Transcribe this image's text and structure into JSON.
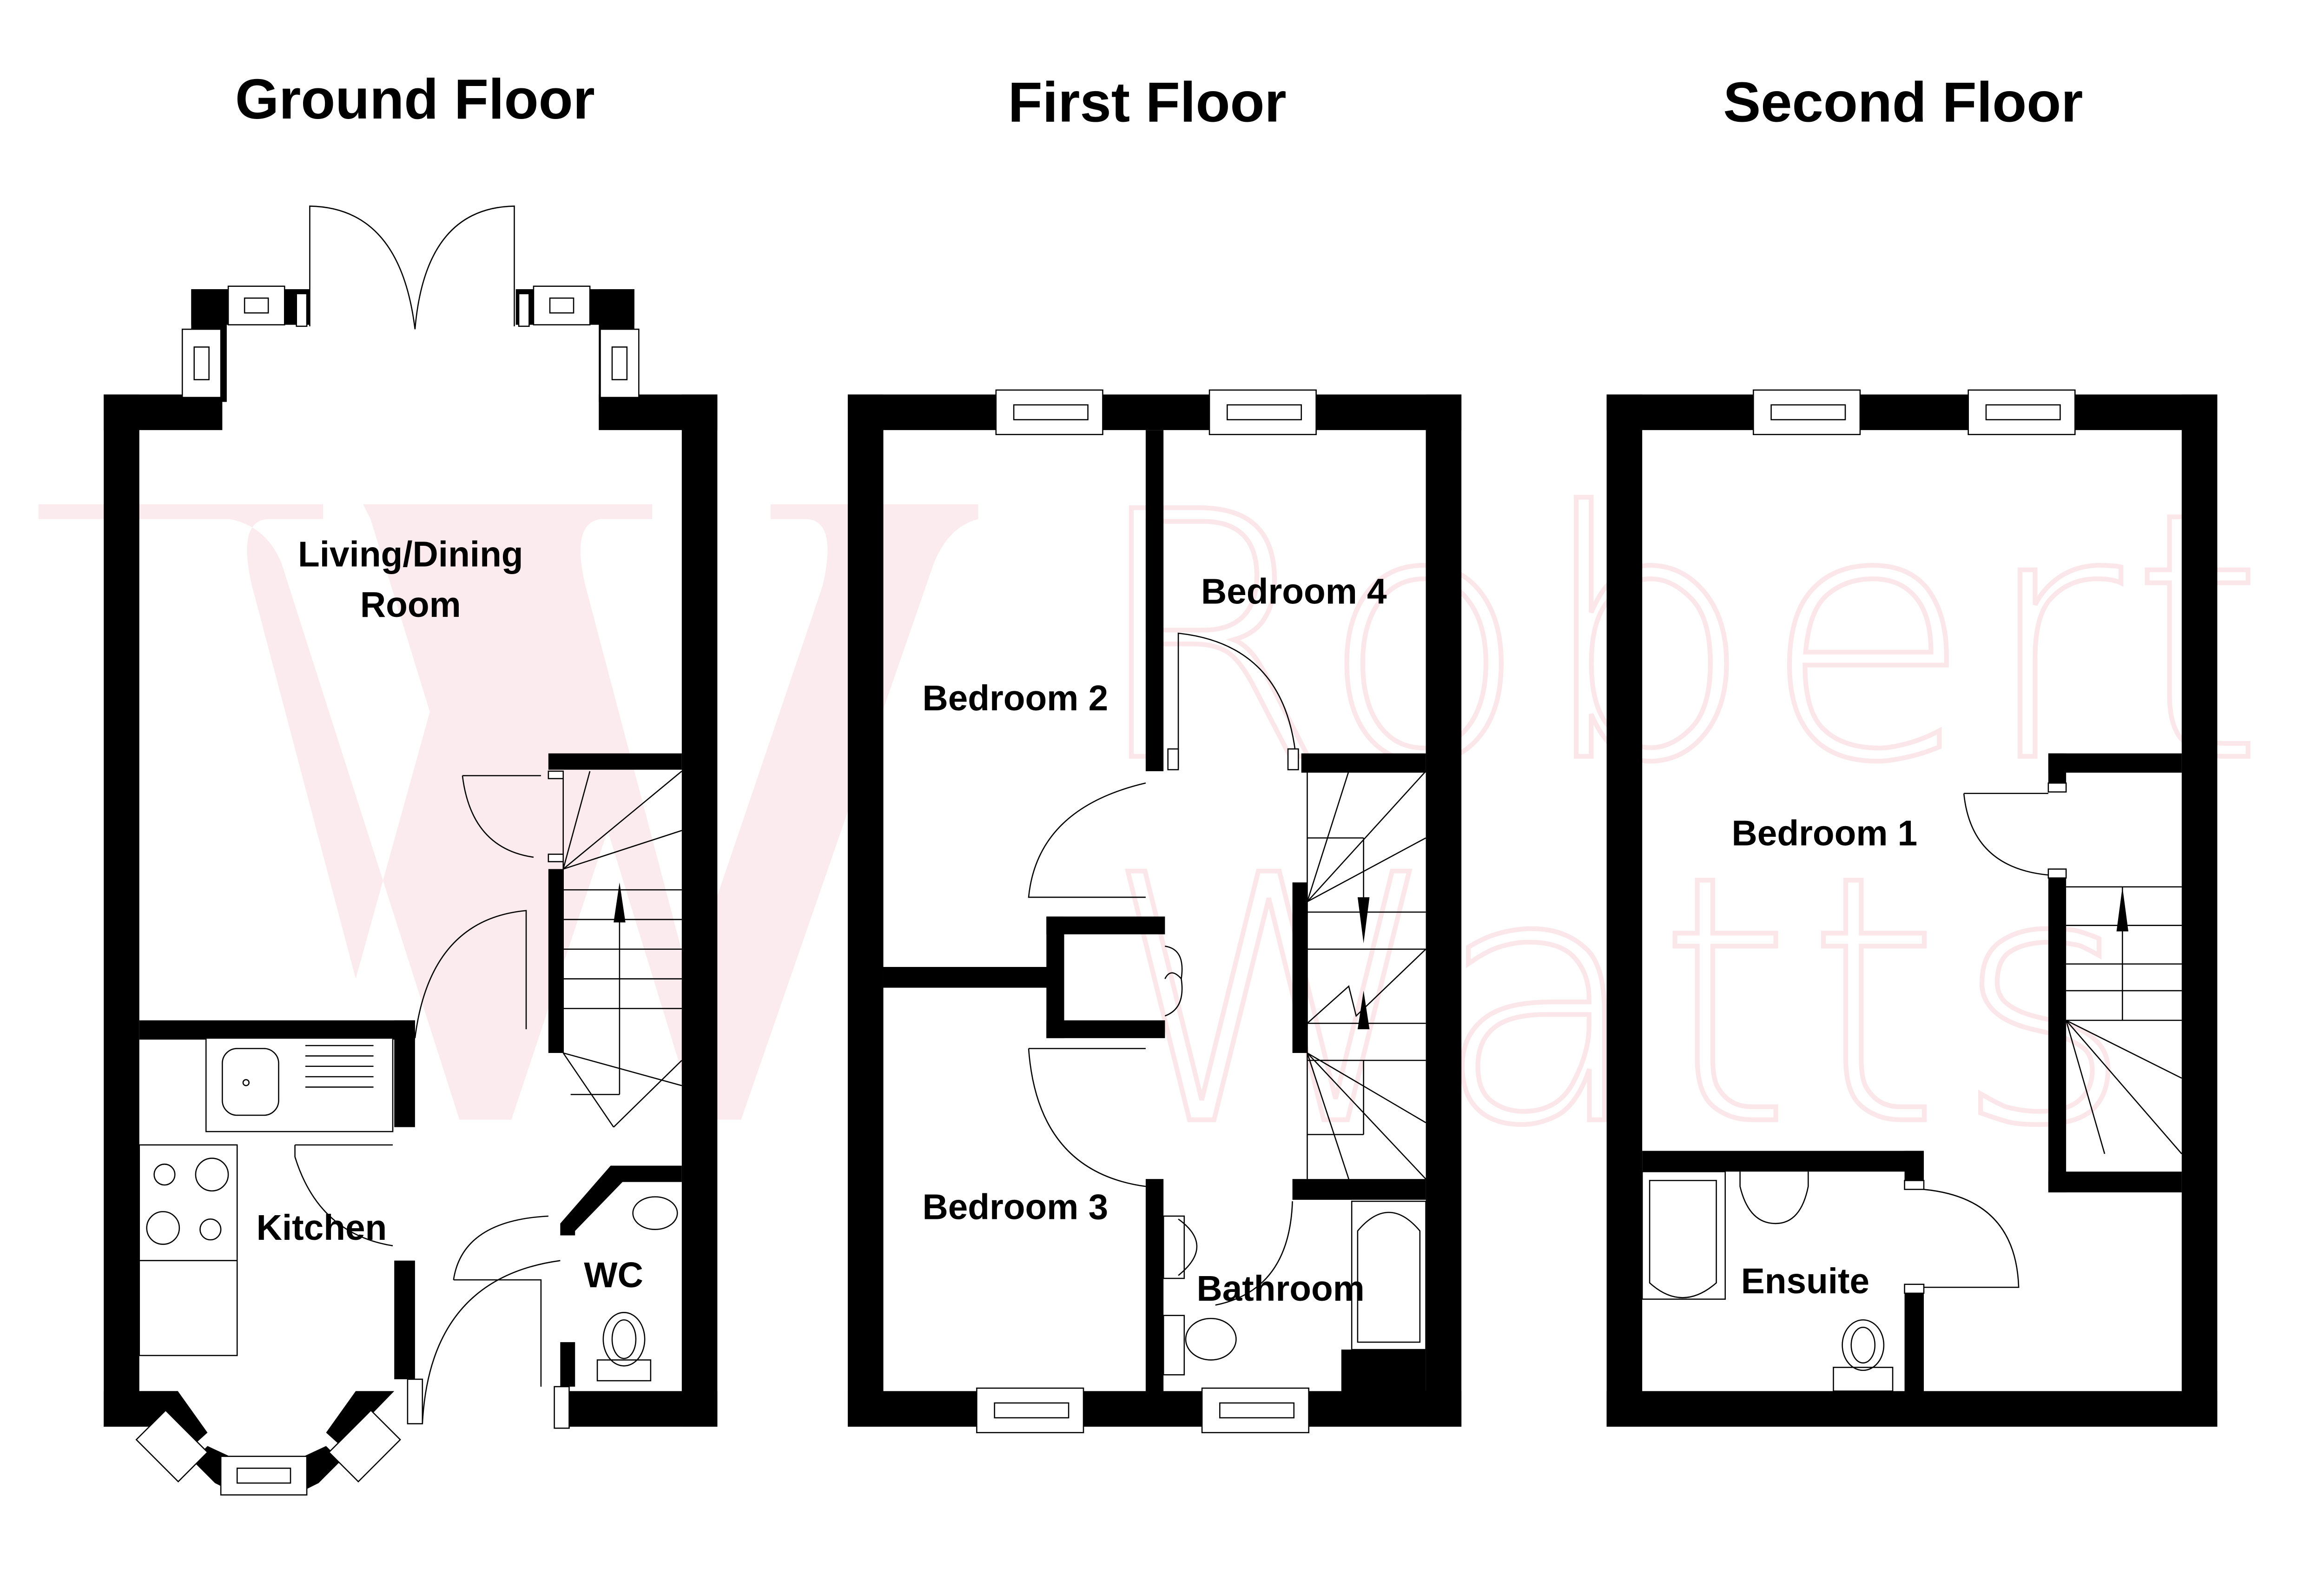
{
  "watermark": {
    "logo_letter": "W",
    "line1": "Robert",
    "line2": "Watts",
    "color": "#fcebee"
  },
  "floors": [
    {
      "title": "Ground Floor",
      "rooms": [
        {
          "label_line1": "Living/Dining",
          "label_line2": "Room"
        },
        {
          "label": "Kitchen"
        },
        {
          "label": "WC"
        }
      ]
    },
    {
      "title": "First Floor",
      "rooms": [
        {
          "label": "Bedroom 4"
        },
        {
          "label": "Bedroom 2"
        },
        {
          "label": "Bedroom 3"
        },
        {
          "label": "Bathroom"
        }
      ]
    },
    {
      "title": "Second Floor",
      "rooms": [
        {
          "label": "Bedroom 1"
        },
        {
          "label": "Ensuite"
        }
      ]
    }
  ],
  "colors": {
    "wall": "#000000",
    "background": "#ffffff"
  }
}
